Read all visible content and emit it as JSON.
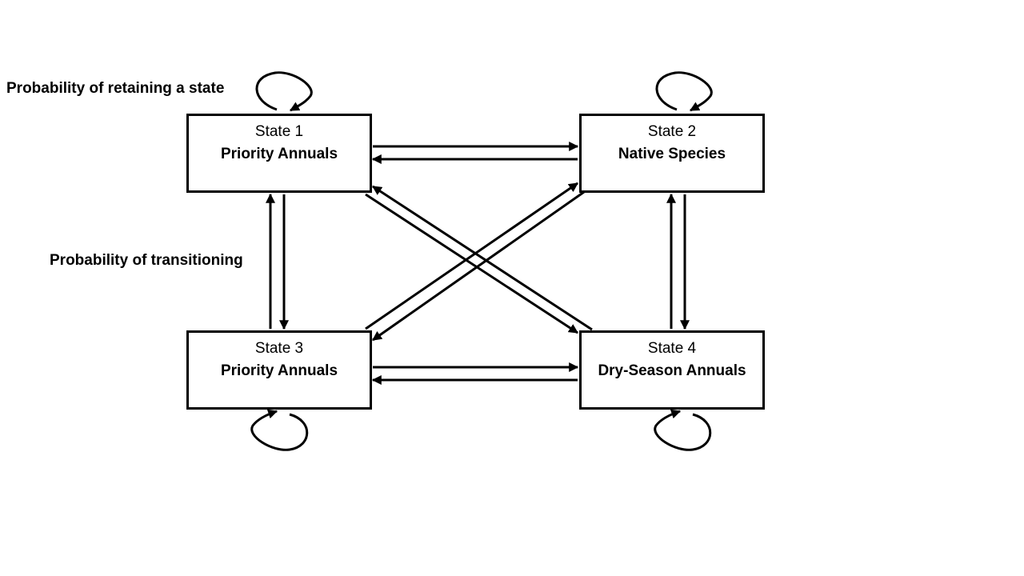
{
  "labels": {
    "retain": "Probability of retaining a state",
    "transition": "Probability of transitioning"
  },
  "states": [
    {
      "number": "State 1",
      "name": "Priority Annuals"
    },
    {
      "number": "State 2",
      "name": "Native Species"
    },
    {
      "number": "State 3",
      "name": "Priority Annuals"
    },
    {
      "number": "State 4",
      "name": "Dry-Season Annuals"
    }
  ],
  "colors": {
    "stroke": "#000000",
    "background": "#ffffff"
  }
}
